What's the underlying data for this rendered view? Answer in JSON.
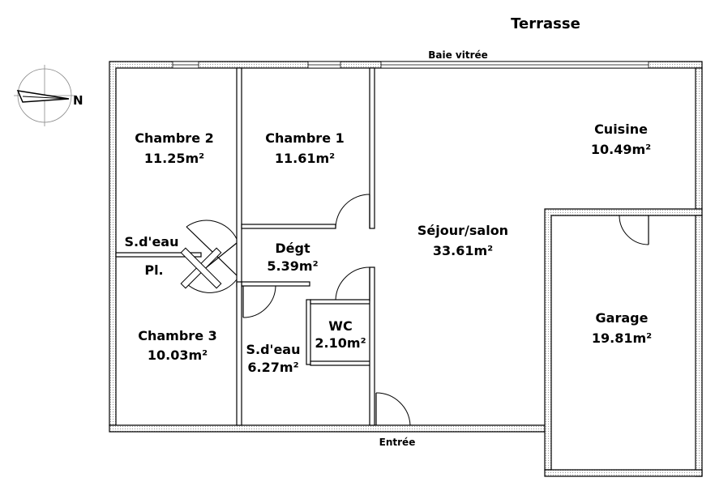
{
  "labels": {
    "terrace": "Terrasse",
    "baie": "Baie vitrée",
    "entree": "Entrée",
    "compass_n": "N"
  },
  "rooms": {
    "chambre2": {
      "name": "Chambre 2",
      "area": "11.25m²"
    },
    "chambre1": {
      "name": "Chambre 1",
      "area": "11.61m²"
    },
    "cuisine": {
      "name": "Cuisine",
      "area": "10.49m²"
    },
    "sejour": {
      "name": "Séjour/salon",
      "area": "33.61m²"
    },
    "degt": {
      "name": "Dégt",
      "area": "5.39m²"
    },
    "sdeau_small": {
      "name": "S.d'eau"
    },
    "placard": {
      "name": "Pl."
    },
    "chambre3": {
      "name": "Chambre 3",
      "area": "10.03m²"
    },
    "sdeau": {
      "name": "S.d'eau",
      "area": "6.27m²"
    },
    "wc": {
      "name": "WC",
      "area": "2.10m²"
    },
    "garage": {
      "name": "Garage",
      "area": "19.81m²"
    }
  }
}
